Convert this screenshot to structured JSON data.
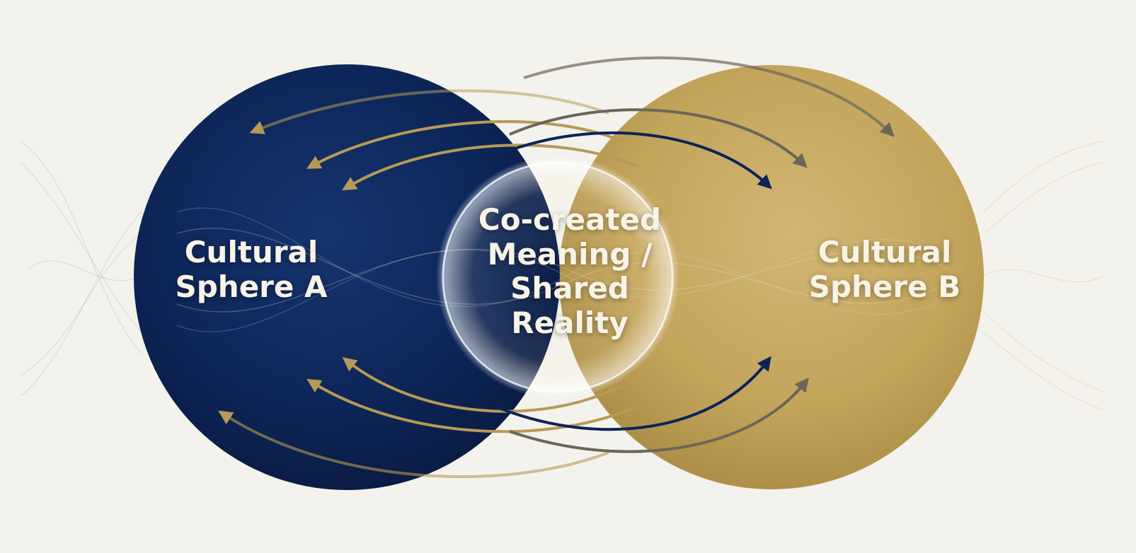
{
  "diagram": {
    "type": "overlapping-spheres",
    "sphere_a": {
      "line1": "Cultural",
      "line2": "Sphere A",
      "color": "#0b2457"
    },
    "sphere_b": {
      "line1": "Cultural",
      "line2": "Sphere B",
      "color": "#c3a55c"
    },
    "center": {
      "lines": [
        "Co-created",
        "Meaning /",
        "Shared",
        "Reality"
      ]
    },
    "background": "#f3f2ec",
    "arrow_colors": [
      "#b79a55",
      "#0b2457",
      "#6b6658"
    ]
  }
}
